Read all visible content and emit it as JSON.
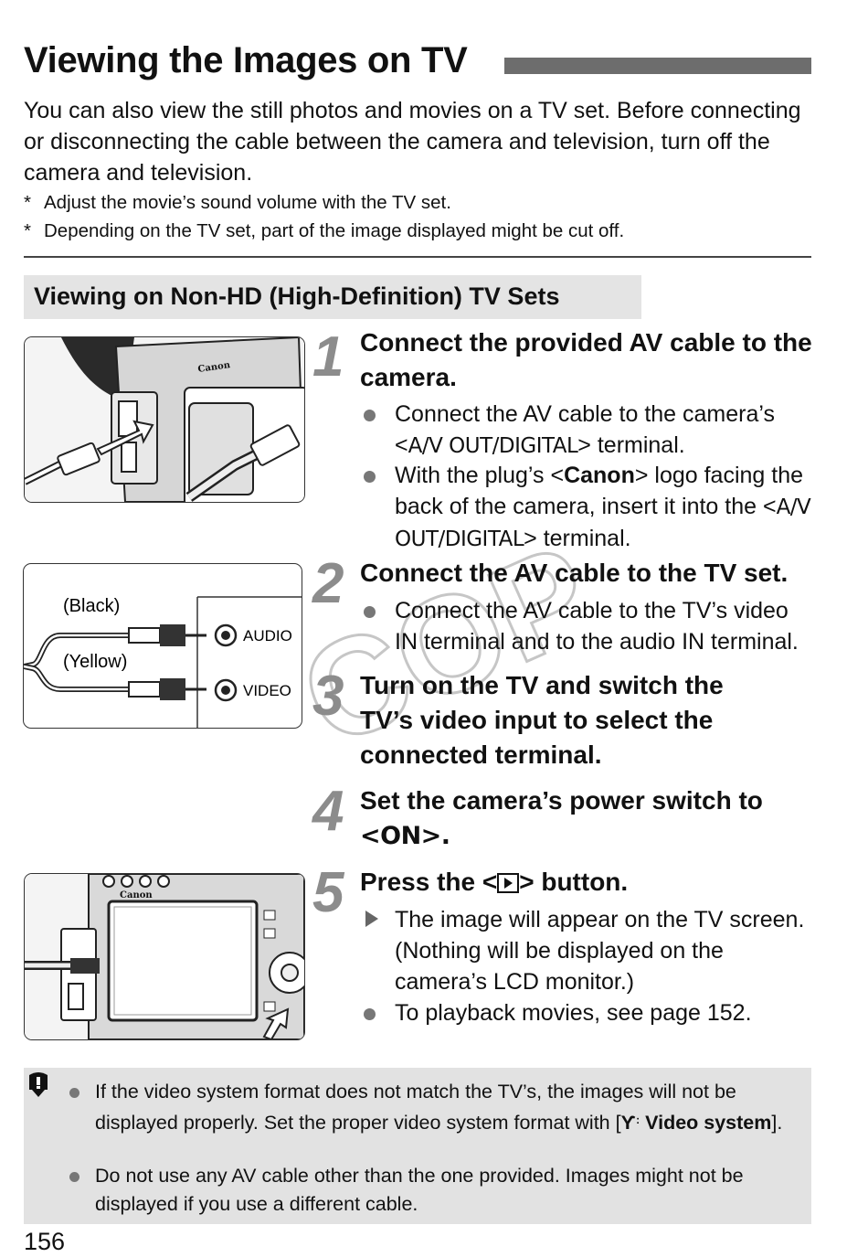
{
  "title": "Viewing the Images on TV",
  "intro": "You can also view the still photos and movies on a TV set. Before connecting or disconnecting the cable between the camera and television, turn off the camera and television.",
  "notes": [
    "Adjust the movie’s sound volume with the TV set.",
    "Depending on the TV set, part of the image displayed might be cut off."
  ],
  "note_marker": "*",
  "section_heading": "Viewing on Non-HD (High-Definition) TV Sets",
  "steps": [
    {
      "number": "1",
      "title": "Connect the provided AV cable to the camera.",
      "bullets": [
        {
          "before": "Connect the AV cable to the camera’s",
          "terminal": "A/V OUT/DIGITAL",
          "after": " terminal."
        },
        {
          "before": "With the plug’s <",
          "brand": "Canon",
          "after": "> logo facing the back of the camera, insert it into the <",
          "terminal": "A/V OUT/DIGITAL",
          "after2": "> terminal."
        }
      ]
    },
    {
      "number": "2",
      "title": "Connect the AV cable to the TV set.",
      "bullets": [
        {
          "text": "Connect the AV cable to the TV’s video IN terminal and to the audio IN terminal."
        }
      ]
    },
    {
      "number": "3",
      "title": "Turn on the TV and switch the TV’s video input to select the connected terminal."
    },
    {
      "number": "4",
      "title_before": "Set the camera’s power switch to",
      "title_term": "<ON>."
    },
    {
      "number": "5",
      "title_before": "Press the <",
      "title_after": "> button.",
      "icon": "playback-icon",
      "bullets": [
        {
          "type": "result",
          "text": "The image will appear on the TV screen. (Nothing will be displayed on the camera’s LCD monitor.)"
        },
        {
          "type": "bullet",
          "text": "To playback movies, see page 152."
        }
      ]
    }
  ],
  "figure2": {
    "black_label": "(Black)",
    "yellow_label": "(Yellow)",
    "audio_label": "AUDIO",
    "video_label": "VIDEO"
  },
  "figure1": {
    "brand": "Canon"
  },
  "figure3": {
    "brand": "Canon"
  },
  "watermark": "COPY",
  "caution": {
    "icon": "caution-icon",
    "items": [
      {
        "before": "If the video system format does not match the TV’s, the images will not be displayed properly. Set the proper video system format with [",
        "bold": "Video system",
        "after": "]."
      },
      {
        "text": "Do not use any AV cable other than the one provided. Images might not be displayed if you use a different cable."
      }
    ]
  },
  "page_number": "156"
}
